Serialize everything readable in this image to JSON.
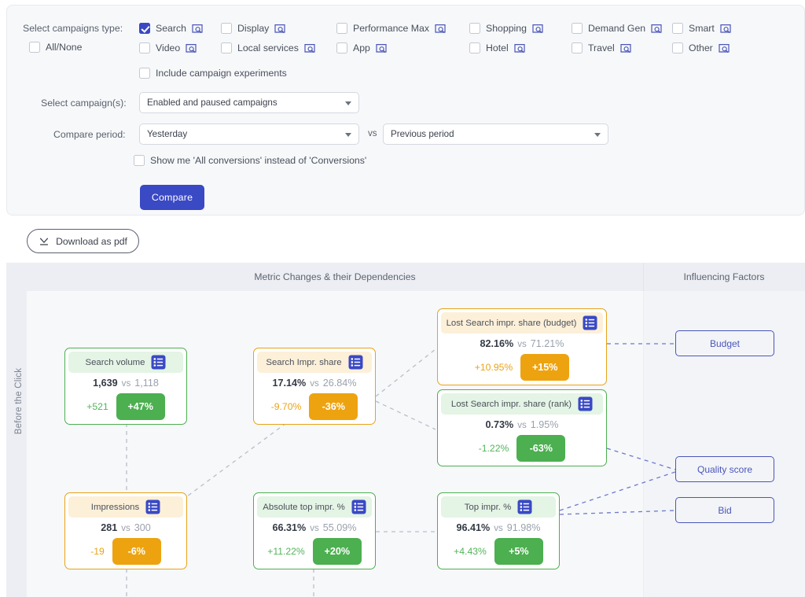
{
  "filters": {
    "campaigns_type_label": "Select campaigns type:",
    "all_none_label": "All/None",
    "include_experiments_label": "Include campaign experiments",
    "types": [
      {
        "label": "Search",
        "checked": true
      },
      {
        "label": "Display",
        "checked": false
      },
      {
        "label": "Performance Max",
        "checked": false
      },
      {
        "label": "Shopping",
        "checked": false
      },
      {
        "label": "Demand Gen",
        "checked": false
      },
      {
        "label": "Smart",
        "checked": false
      },
      {
        "label": "Video",
        "checked": false
      },
      {
        "label": "Local services",
        "checked": false
      },
      {
        "label": "App",
        "checked": false
      },
      {
        "label": "Hotel",
        "checked": false
      },
      {
        "label": "Travel",
        "checked": false
      },
      {
        "label": "Other",
        "checked": false
      }
    ],
    "select_campaigns_label": "Select campaign(s):",
    "select_campaigns_value": "Enabled and paused campaigns",
    "compare_period_label": "Compare period:",
    "compare_period_value": "Yesterday",
    "vs_label": "vs",
    "compare_against_value": "Previous period",
    "all_conversions_label": "Show me 'All conversions' instead of 'Conversions'",
    "compare_button": "Compare"
  },
  "toolbar": {
    "download_label": "Download as pdf",
    "download_icon": "download-icon"
  },
  "diagram": {
    "lane_label": "Before the Click",
    "header_left": "Metric Changes & their Dependencies",
    "header_right": "Influencing Factors",
    "cards": [
      {
        "id": "search-volume",
        "title": "Search volume",
        "current": "1,639",
        "vs": "vs",
        "previous": "1,118",
        "delta_abs": "+521",
        "delta_pct": "+47%",
        "tone": "green"
      },
      {
        "id": "search-impr-share",
        "title": "Search Impr. share",
        "current": "17.14%",
        "vs": "vs",
        "previous": "26.84%",
        "delta_abs": "-9.70%",
        "delta_pct": "-36%",
        "tone": "orange"
      },
      {
        "id": "lost-search-impr-share-budget",
        "title": "Lost Search impr. share (budget)",
        "current": "82.16%",
        "vs": "vs",
        "previous": "71.21%",
        "delta_abs": "+10.95%",
        "delta_pct": "+15%",
        "tone": "orange"
      },
      {
        "id": "lost-search-impr-share-rank",
        "title": "Lost Search impr. share (rank)",
        "current": "0.73%",
        "vs": "vs",
        "previous": "1.95%",
        "delta_abs": "-1.22%",
        "delta_pct": "-63%",
        "tone": "green"
      },
      {
        "id": "impressions",
        "title": "Impressions",
        "current": "281",
        "vs": "vs",
        "previous": "300",
        "delta_abs": "-19",
        "delta_pct": "-6%",
        "tone": "orange"
      },
      {
        "id": "absolute-top-impr",
        "title": "Absolute top impr. %",
        "current": "66.31%",
        "vs": "vs",
        "previous": "55.09%",
        "delta_abs": "+11.22%",
        "delta_pct": "+20%",
        "tone": "green"
      },
      {
        "id": "top-impr",
        "title": "Top impr. %",
        "current": "96.41%",
        "vs": "vs",
        "previous": "91.98%",
        "delta_abs": "+4.43%",
        "delta_pct": "+5%",
        "tone": "green"
      }
    ],
    "factors": [
      {
        "id": "budget",
        "label": "Budget"
      },
      {
        "id": "quality-score",
        "label": "Quality score"
      },
      {
        "id": "bid",
        "label": "Bid"
      }
    ]
  },
  "colors": {
    "accent": "#3a49c4",
    "positive": "#4caf50",
    "negative": "#eda310",
    "factor_border": "#4a56b8",
    "panel_bg": "#f7f8fa",
    "band_bg": "#eceef3"
  }
}
